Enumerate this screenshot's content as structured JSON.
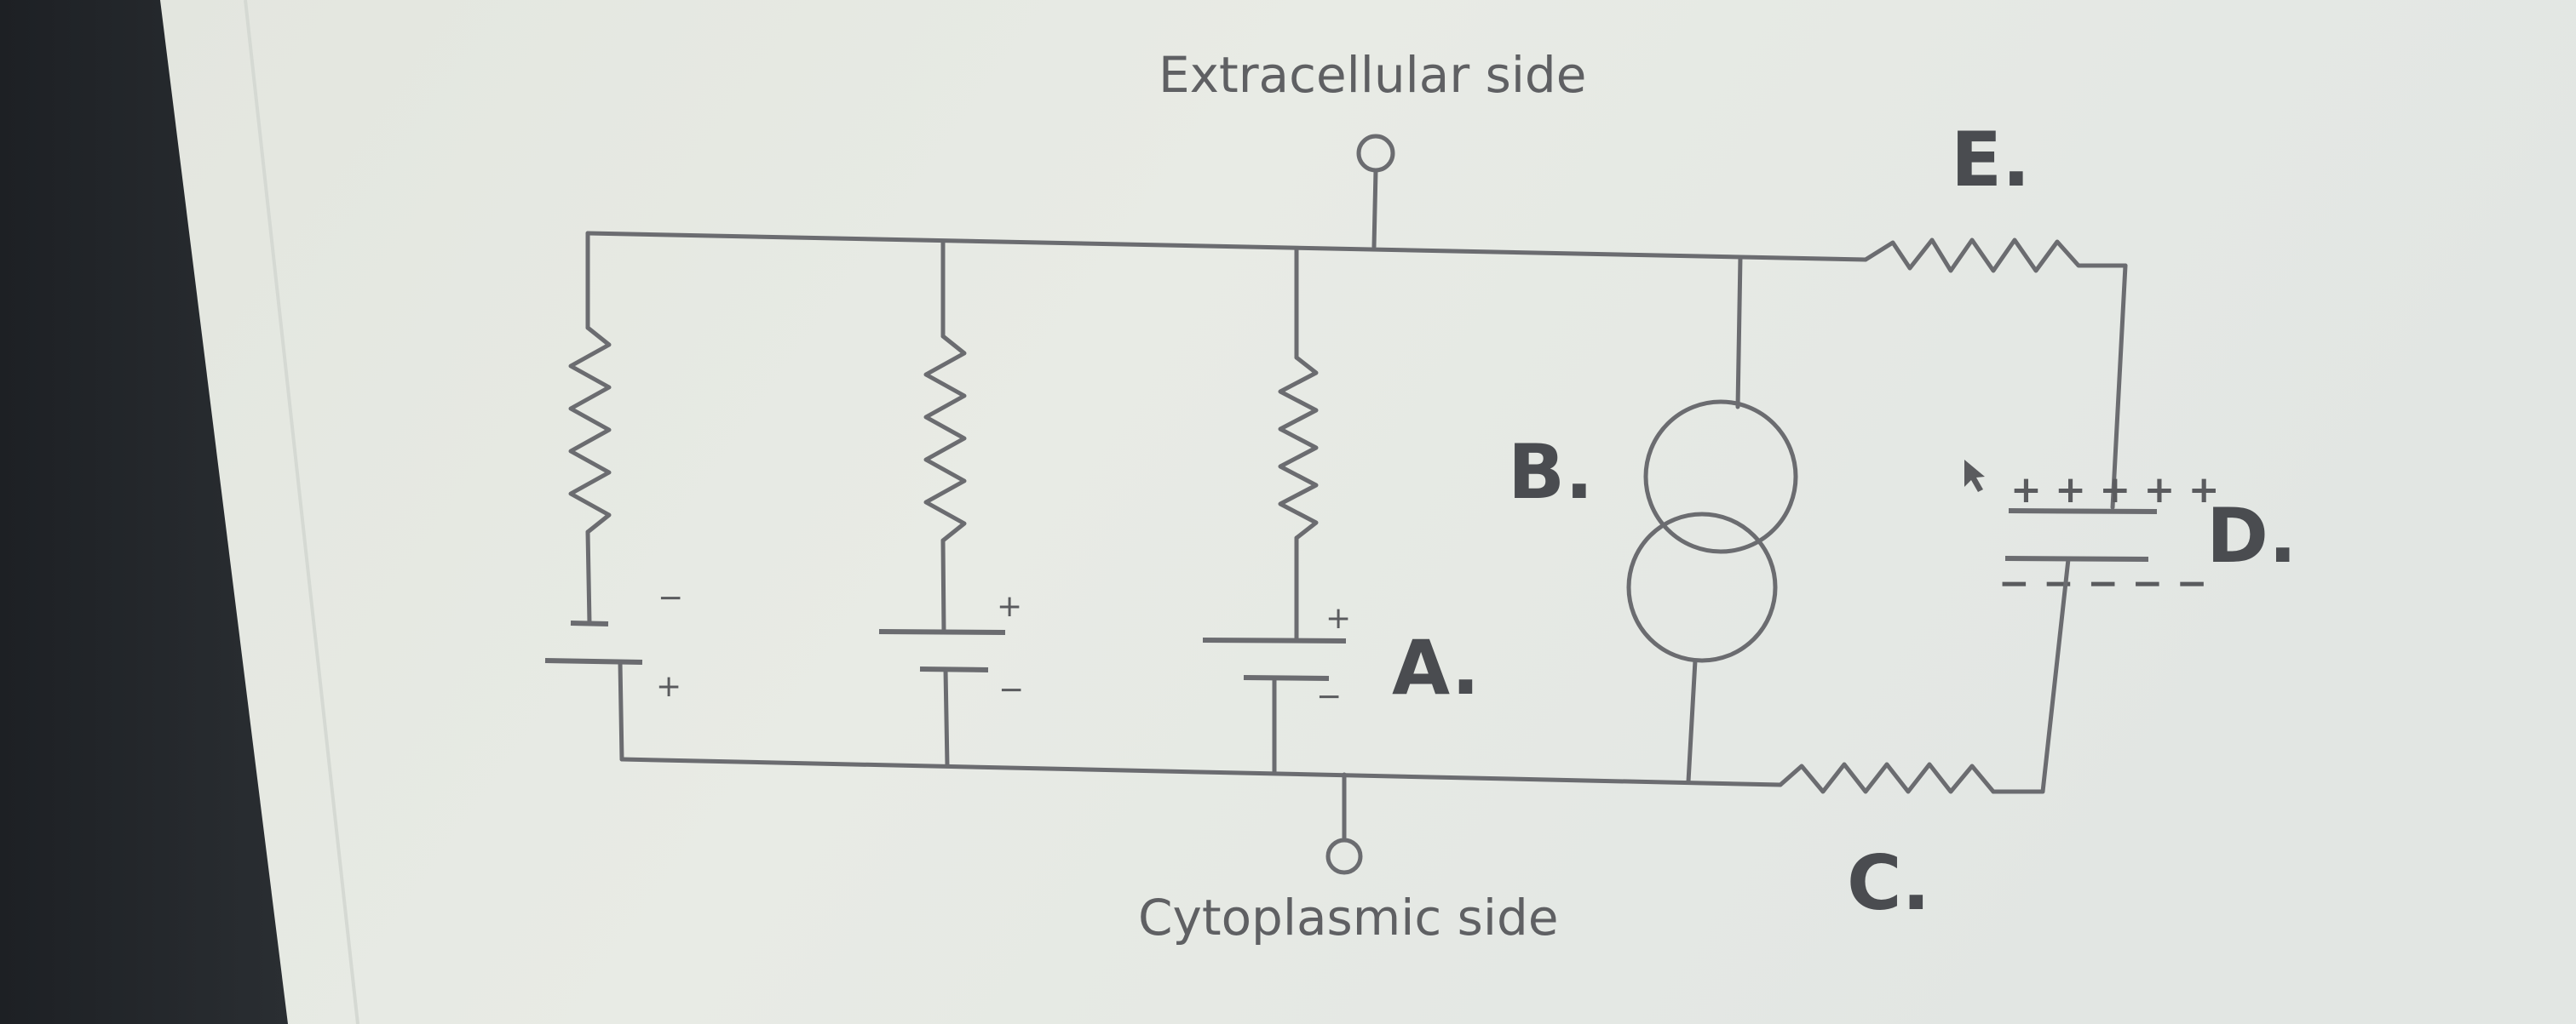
{
  "diagram": {
    "top_label": "Extracellular side",
    "bottom_label": "Cytoplasmic side",
    "labels": {
      "A": "A.",
      "B": "B.",
      "C": "C.",
      "D": "D.",
      "E": "E."
    },
    "battery_signs": {
      "battery1_top": "−",
      "battery1_bottom": "+",
      "battery2_top": "+",
      "battery2_bottom": "−",
      "battery3_top": "+",
      "battery3_bottom": "−"
    },
    "capacitor": {
      "top_plate_charge": "+ + + + +",
      "bottom_plate_charge": "− − − − −"
    }
  },
  "colors": {
    "screen_background": "#e6e9e3",
    "line": "#6b6c70",
    "text": "#5f6063",
    "bezel": "#1f2327"
  }
}
